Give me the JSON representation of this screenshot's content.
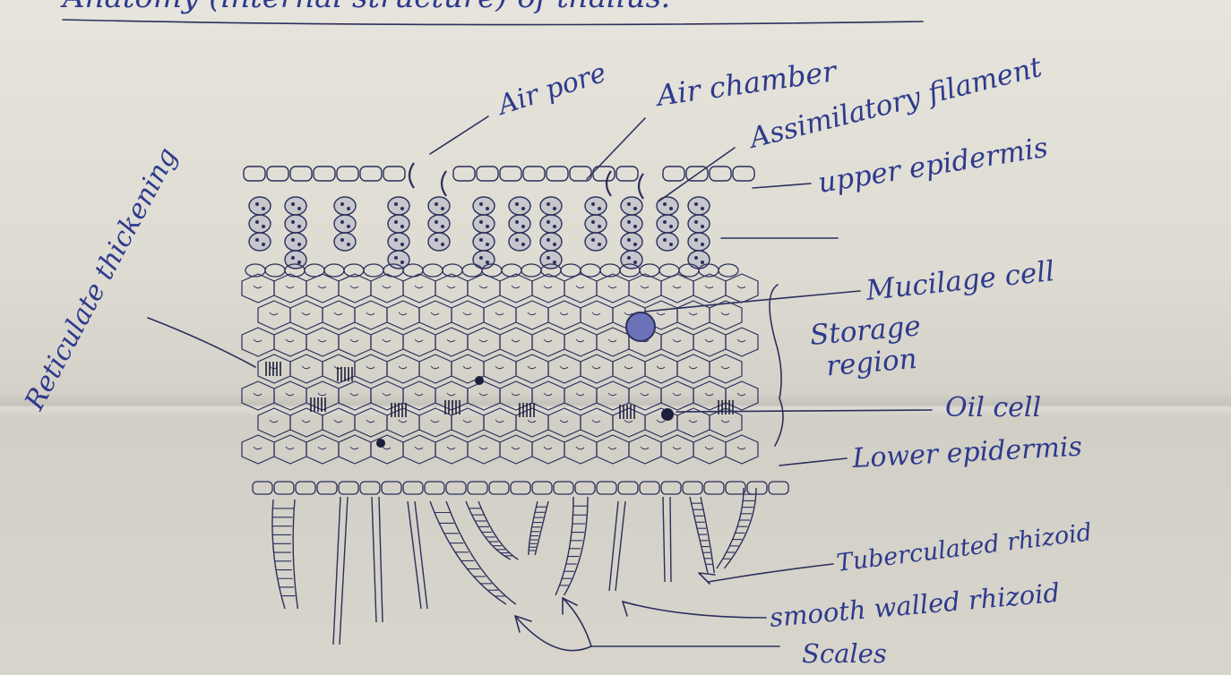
{
  "title": "Anatomy (internal structure) of thallus:-",
  "labels": {
    "air_pore": "Air pore",
    "air_chamber": "Air chamber",
    "assimilatory_filament": "Assimilatory filament",
    "upper_epidermis": "upper epidermis",
    "reticulate_thickening": "Reticulate thickening",
    "mucilage_cell": "Mucilage cell",
    "storage_region": "Storage region",
    "oil_cell": "Oil cell",
    "lower_epidermis": "Lower epidermis",
    "tuberculated_rhizoid": "Tuberculated rhizoid",
    "smooth_walled_rhizoid": "smooth walled rhizoid",
    "scales": "Scales"
  },
  "colors": {
    "ink": "#2b2f5c",
    "label_ink": "#2d3a8c",
    "paper": "#dedbd2"
  }
}
